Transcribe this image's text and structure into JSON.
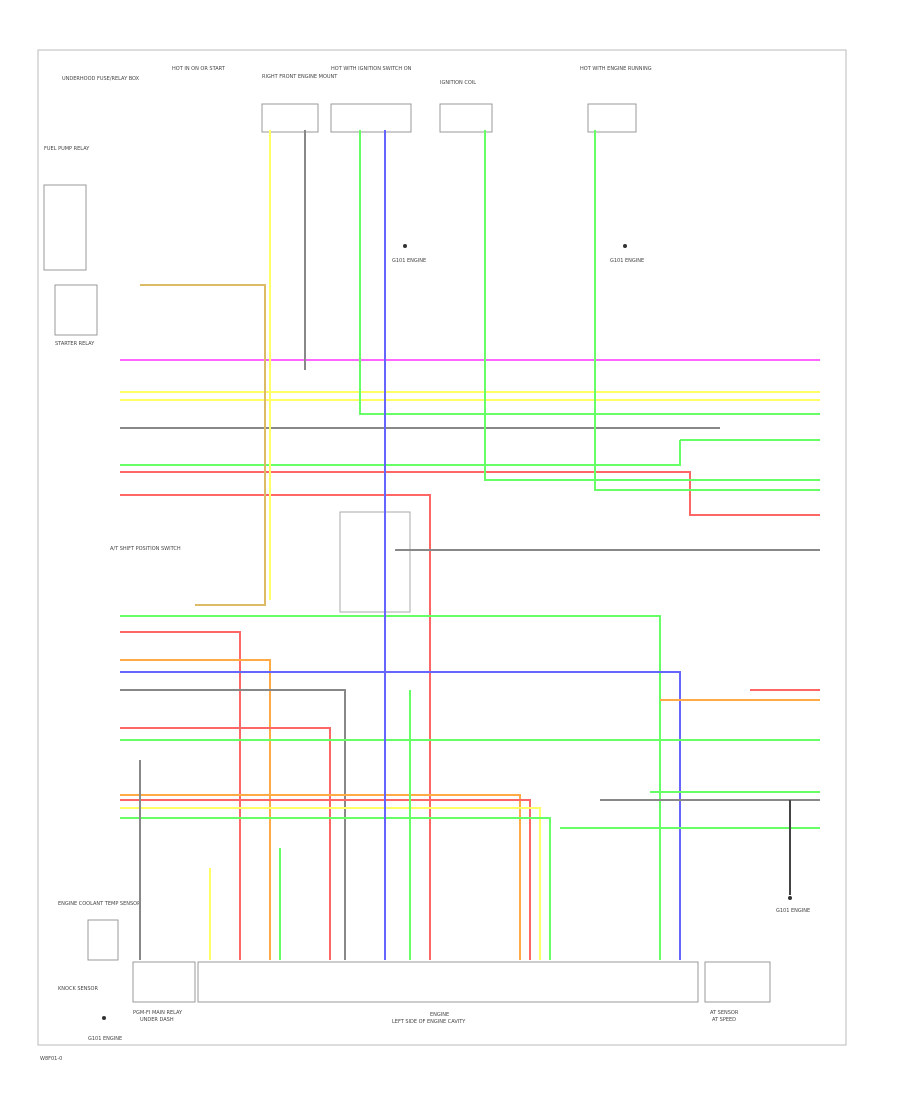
{
  "diagram": {
    "footer_code": "W8F01-0",
    "bottom_module": {
      "name": "ENGINE",
      "location": "LEFT SIDE OF ENGINE CAVITY"
    },
    "top_components": [
      {
        "label": "UNDERHOOD FUSE/RELAY BOX"
      },
      {
        "label": "HOT IN ON OR START"
      },
      {
        "label": "RIGHT FRONT ENGINE MOUNT"
      },
      {
        "label": "HOT WITH IGNITION SWITCH ON"
      },
      {
        "label": "IGNITION COIL"
      },
      {
        "label": "HOT WITH ENGINE RUNNING"
      }
    ],
    "ground_labels": [
      "G101 ENGINE",
      "G101 ENGINE",
      "G101 ENGINE",
      "G101 ENGINE"
    ],
    "left_labels": [
      "FUEL PUMP RELAY",
      "STARTER RELAY",
      "A/T SHIFT POSITION SWITCH",
      "ENGINE COOLANT TEMP SENSOR",
      "KNOCK SENSOR"
    ],
    "right_module": {
      "name": "AT SENSOR",
      "location": "AT SPEED"
    },
    "left_bottom_module": {
      "name": "PGM-FI MAIN RELAY",
      "location": "UNDER DASH"
    },
    "colors": {
      "pink": "#ff66ff",
      "yellow": "#ffff66",
      "green": "#66ff66",
      "red": "#ff6666",
      "blue": "#6666ff",
      "orange": "#ffaa44",
      "gray": "#888888",
      "darkgray": "#444444",
      "tan": "#ddbb66"
    }
  }
}
